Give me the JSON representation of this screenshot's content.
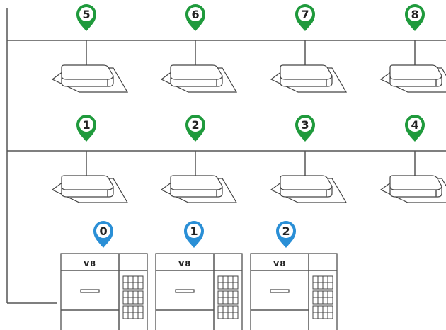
{
  "colors": {
    "indoor_pin": "#1f9a3c",
    "outdoor_pin": "#2a8fd6",
    "line": "#555555",
    "outline": "#444444"
  },
  "indoor_rows": [
    {
      "units": [
        {
          "id": "5"
        },
        {
          "id": "6"
        },
        {
          "id": "7"
        },
        {
          "id": "8"
        }
      ]
    },
    {
      "units": [
        {
          "id": "1"
        },
        {
          "id": "2"
        },
        {
          "id": "3"
        },
        {
          "id": "4"
        }
      ]
    }
  ],
  "outdoor_units": [
    {
      "id": "0",
      "brand": "V8"
    },
    {
      "id": "1",
      "brand": "V8"
    },
    {
      "id": "2",
      "brand": "V8"
    }
  ],
  "icons": {
    "indoor_pin": "map-pin-icon",
    "outdoor_pin": "map-pin-icon",
    "indoor_unit": "cassette-unit-icon",
    "outdoor_unit": "outdoor-unit-icon"
  }
}
